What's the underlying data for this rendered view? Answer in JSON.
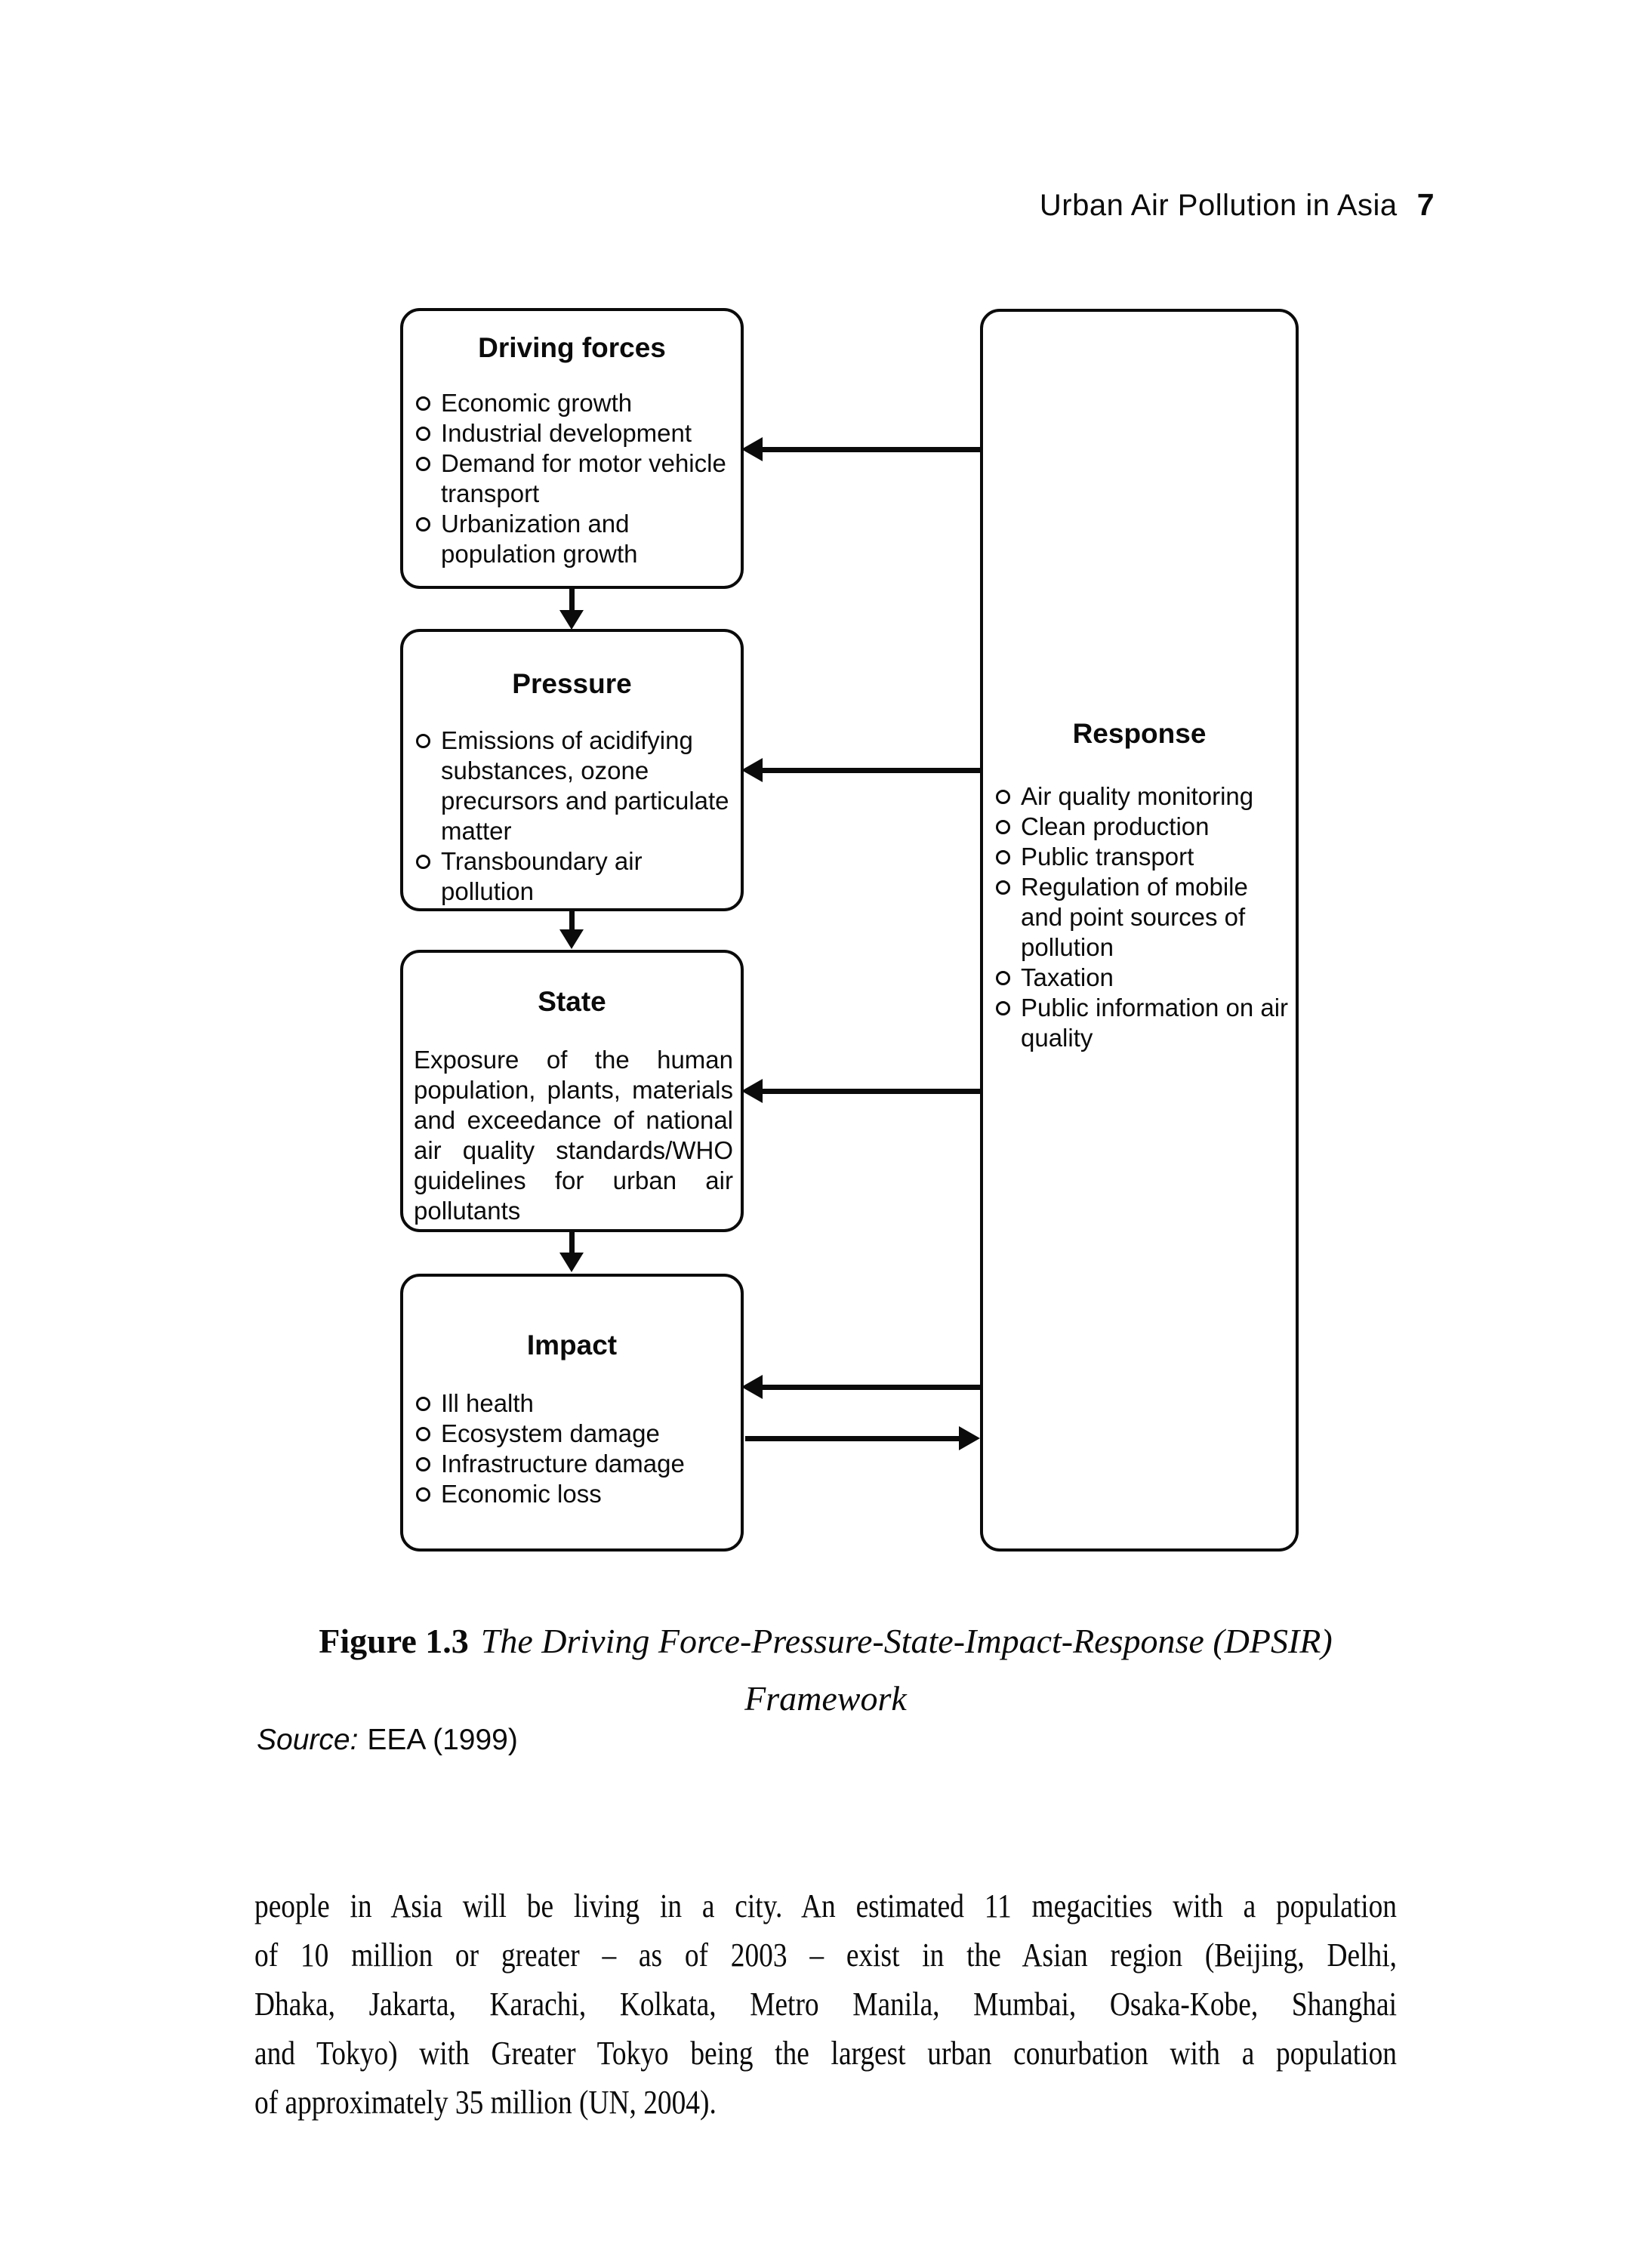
{
  "header": {
    "running_title": "Urban Air Pollution in Asia",
    "page_number": "7"
  },
  "diagram": {
    "boxes": {
      "driving_forces": {
        "title": "Driving forces",
        "items": [
          "Economic growth",
          "Industrial development",
          "Demand for motor vehicle transport",
          "Urbanization and population growth"
        ]
      },
      "pressure": {
        "title": "Pressure",
        "items": [
          "Emissions of acidifying substances, ozone precursors and particulate matter",
          "Transboundary air pollution"
        ]
      },
      "state": {
        "title": "State",
        "text": "Exposure of the human population, plants, materials and exceedance of national air quality standards/WHO guidelines for urban air pollutants"
      },
      "impact": {
        "title": "Impact",
        "items": [
          "Ill health",
          "Ecosystem damage",
          "Infrastructure damage",
          "Economic loss"
        ]
      },
      "response": {
        "title": "Response",
        "items": [
          "Air quality monitoring",
          "Clean production",
          "Public transport",
          "Regulation of mobile and point sources of pollution",
          "Taxation",
          "Public information on air quality"
        ]
      }
    },
    "line_color": "#0b0b0b"
  },
  "caption": {
    "label": "Figure 1.3",
    "title_line1": "The Driving Force-Pressure-State-Impact-Response (DPSIR)",
    "title_line2": "Framework"
  },
  "source": {
    "label": "Source:",
    "text": "EEA (1999)"
  },
  "body": {
    "lines": [
      "people in Asia will be living in a city. An estimated 11 megacities with a population",
      "of 10 million or greater – as of 2003 – exist in the Asian region (Beijing, Delhi,",
      "Dhaka, Jakarta, Karachi, Kolkata, Metro Manila, Mumbai, Osaka-Kobe, Shanghai",
      "and Tokyo) with Greater Tokyo being the largest urban conurbation with a population",
      "of approximately 35 million (UN, 2004)."
    ]
  }
}
